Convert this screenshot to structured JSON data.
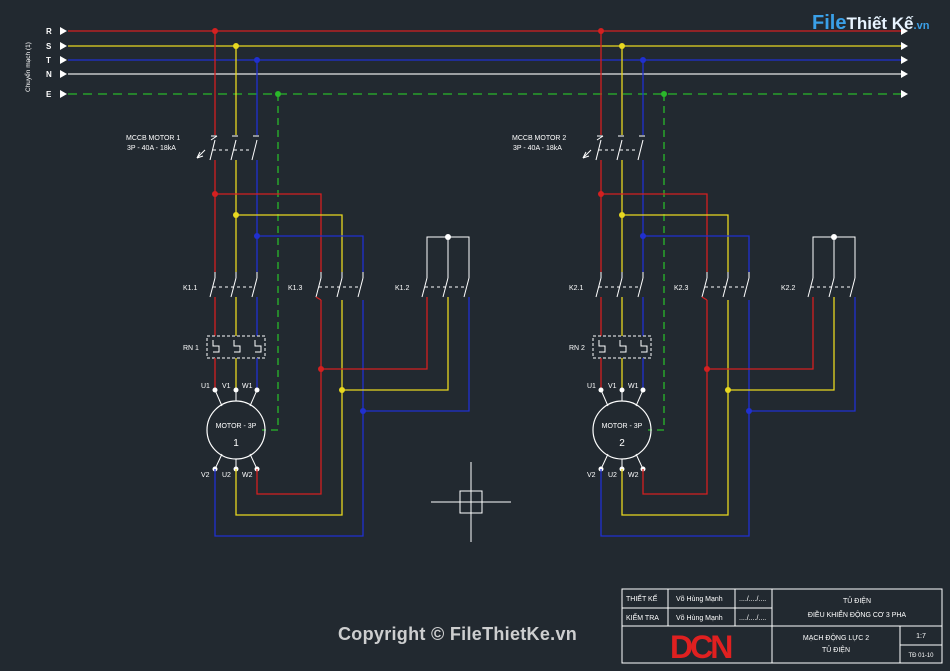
{
  "bus": {
    "labels": [
      "R",
      "S",
      "T",
      "N",
      "E"
    ],
    "side_label": "Chuyển mạch (1)"
  },
  "colors": {
    "R": "#d42020",
    "S": "#e8d820",
    "T": "#2030d0",
    "N": "#e6e6e6",
    "E": "#2ab82a",
    "frame": "#ffffff",
    "background": "#222930"
  },
  "circuit1": {
    "mccb_name": "MCCB MOTOR 1",
    "mccb_spec": "3P - 40A - 18kA",
    "k_a": "K1.1",
    "k_b": "K1.3",
    "k_c": "K1.2",
    "rn": "RN 1",
    "motor": "MOTOR - 3P",
    "motor_no": "1",
    "t_u1": "U1",
    "t_v1": "V1",
    "t_w1": "W1",
    "t_v2": "V2",
    "t_u2": "U2",
    "t_w2": "W2"
  },
  "circuit2": {
    "mccb_name": "MCCB MOTOR 2",
    "mccb_spec": "3P - 40A - 18kA",
    "k_a": "K2.1",
    "k_b": "K2.3",
    "k_c": "K2.2",
    "rn": "RN 2",
    "motor": "MOTOR - 3P",
    "motor_no": "2",
    "t_u1": "U1",
    "t_v1": "V1",
    "t_w1": "W1",
    "t_v2": "V2",
    "t_u2": "U2",
    "t_w2": "W2"
  },
  "title_block": {
    "designer_label": "THIẾT KẾ",
    "designer_name": "Võ Hùng Mạnh",
    "designer_date": "..../..../....",
    "checker_label": "KIỂM TRA",
    "checker_name": "Võ Hùng Mạnh",
    "checker_date": "..../..../....",
    "project_line1": "TỦ ĐIỆN",
    "project_line2": "ĐIỀU KHIỂN ĐỘNG CƠ 3 PHA",
    "drawing_line1": "MẠCH ĐỘNG LỰC 2",
    "drawing_line2": "TỦ ĐIỆN",
    "scale": "1:7",
    "sheet": "TĐ 01-10",
    "logo": "DCN"
  },
  "watermark": {
    "part1": "File",
    "part2": "Thiết Kế",
    "part3": ".vn",
    "copyright": "Copyright © FileThietKe.vn"
  }
}
